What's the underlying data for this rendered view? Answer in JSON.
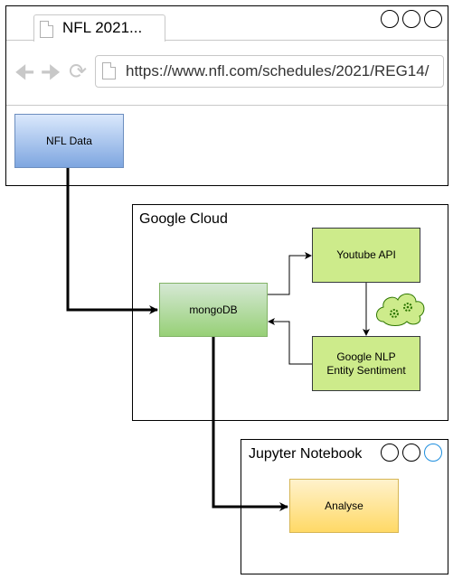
{
  "browser": {
    "tab_title": "NFL 2021...",
    "url": "https://www.nfl.com/schedules/2021/REG14/"
  },
  "nodes": {
    "nfl_data": "NFL Data",
    "mongodb": "mongoDB",
    "youtube_api": "Youtube API",
    "nlp_line1": "Google NLP",
    "nlp_line2": "Entity Sentiment",
    "analyse": "Analyse"
  },
  "panels": {
    "google_cloud": "Google Cloud",
    "jupyter": "Jupyter Notebook"
  },
  "colors": {
    "cloud_gear_fill": "#cdeb8b",
    "window_highlight": "#1f8fde"
  }
}
